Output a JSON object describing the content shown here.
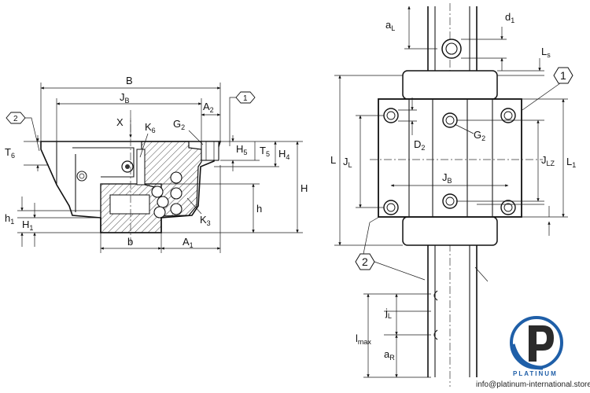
{
  "cross_section": {
    "labels": {
      "B": "B",
      "JB": "J",
      "JB_sub": "B",
      "A2": "A",
      "A2_sub": "2",
      "X": "X",
      "K6": "K",
      "K6_sub": "6",
      "G2": "G",
      "G2_sub": "2",
      "T6": "T",
      "T6_sub": "6",
      "H5": "H",
      "H5_sub": "5",
      "T5": "T",
      "T5_sub": "5",
      "H4": "H",
      "H4_sub": "4",
      "H": "H",
      "h": "h",
      "K3": "K",
      "K3_sub": "3",
      "h1": "h",
      "h1_sub": "1",
      "H1": "H",
      "H1_sub": "1",
      "b": "b",
      "A1": "A",
      "A1_sub": "1"
    },
    "callouts": {
      "c1": "1",
      "c2": "2"
    }
  },
  "top_view": {
    "labels": {
      "aL": "a",
      "aL_sub": "L",
      "d1": "d",
      "d1_sub": "1",
      "Ls": "L",
      "Ls_sub": "s",
      "L": "L",
      "JL": "J",
      "JL_sub": "L",
      "D2": "D",
      "D2_sub": "2",
      "G2": "G",
      "G2_sub": "2",
      "JLZ": "J",
      "JLZ_sub": "LZ",
      "L1": "L",
      "L1_sub": "1",
      "JB": "J",
      "JB_sub": "B",
      "jL": "j",
      "jL_sub": "L",
      "lmax": "l",
      "lmax_sub": "max",
      "aR": "a",
      "aR_sub": "R"
    },
    "callouts": {
      "c1": "1",
      "c2": "2"
    }
  },
  "watermark": {
    "brand": "PLATINUM",
    "email": "info@platinum-international.store",
    "colors": {
      "blue": "#1f5fa8",
      "dark": "#2b2b2b"
    }
  }
}
